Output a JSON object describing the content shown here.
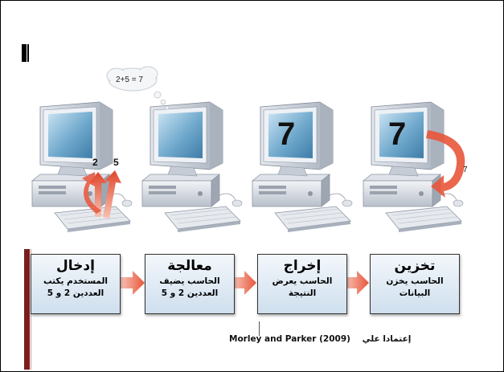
{
  "thought_bubble": {
    "text": "2+5 = 7"
  },
  "monitor_digits": {
    "output": "7",
    "storage": "7",
    "storage_side": "7"
  },
  "input_arrows": {
    "left": "2",
    "right": "5"
  },
  "steps": [
    {
      "title": "إدخال",
      "desc": "المستخدم يكتب العددين 2 و 5"
    },
    {
      "title": "معالجة",
      "desc": "الحاسب يضيف العددين 2 و 5"
    },
    {
      "title": "إخراج",
      "desc": "الحاسب يعرض النتيجة"
    },
    {
      "title": "تخزين",
      "desc": "الحاسب يخزن البيانات"
    }
  ],
  "citation": {
    "prefix": "إعتمادا علي",
    "source": "Morley and Parker (2009)"
  },
  "colors": {
    "arrow": "#e8553a",
    "box_top": "#f3f7fb",
    "box_bottom": "#cfdfee",
    "accent": "#7a1d1d"
  }
}
